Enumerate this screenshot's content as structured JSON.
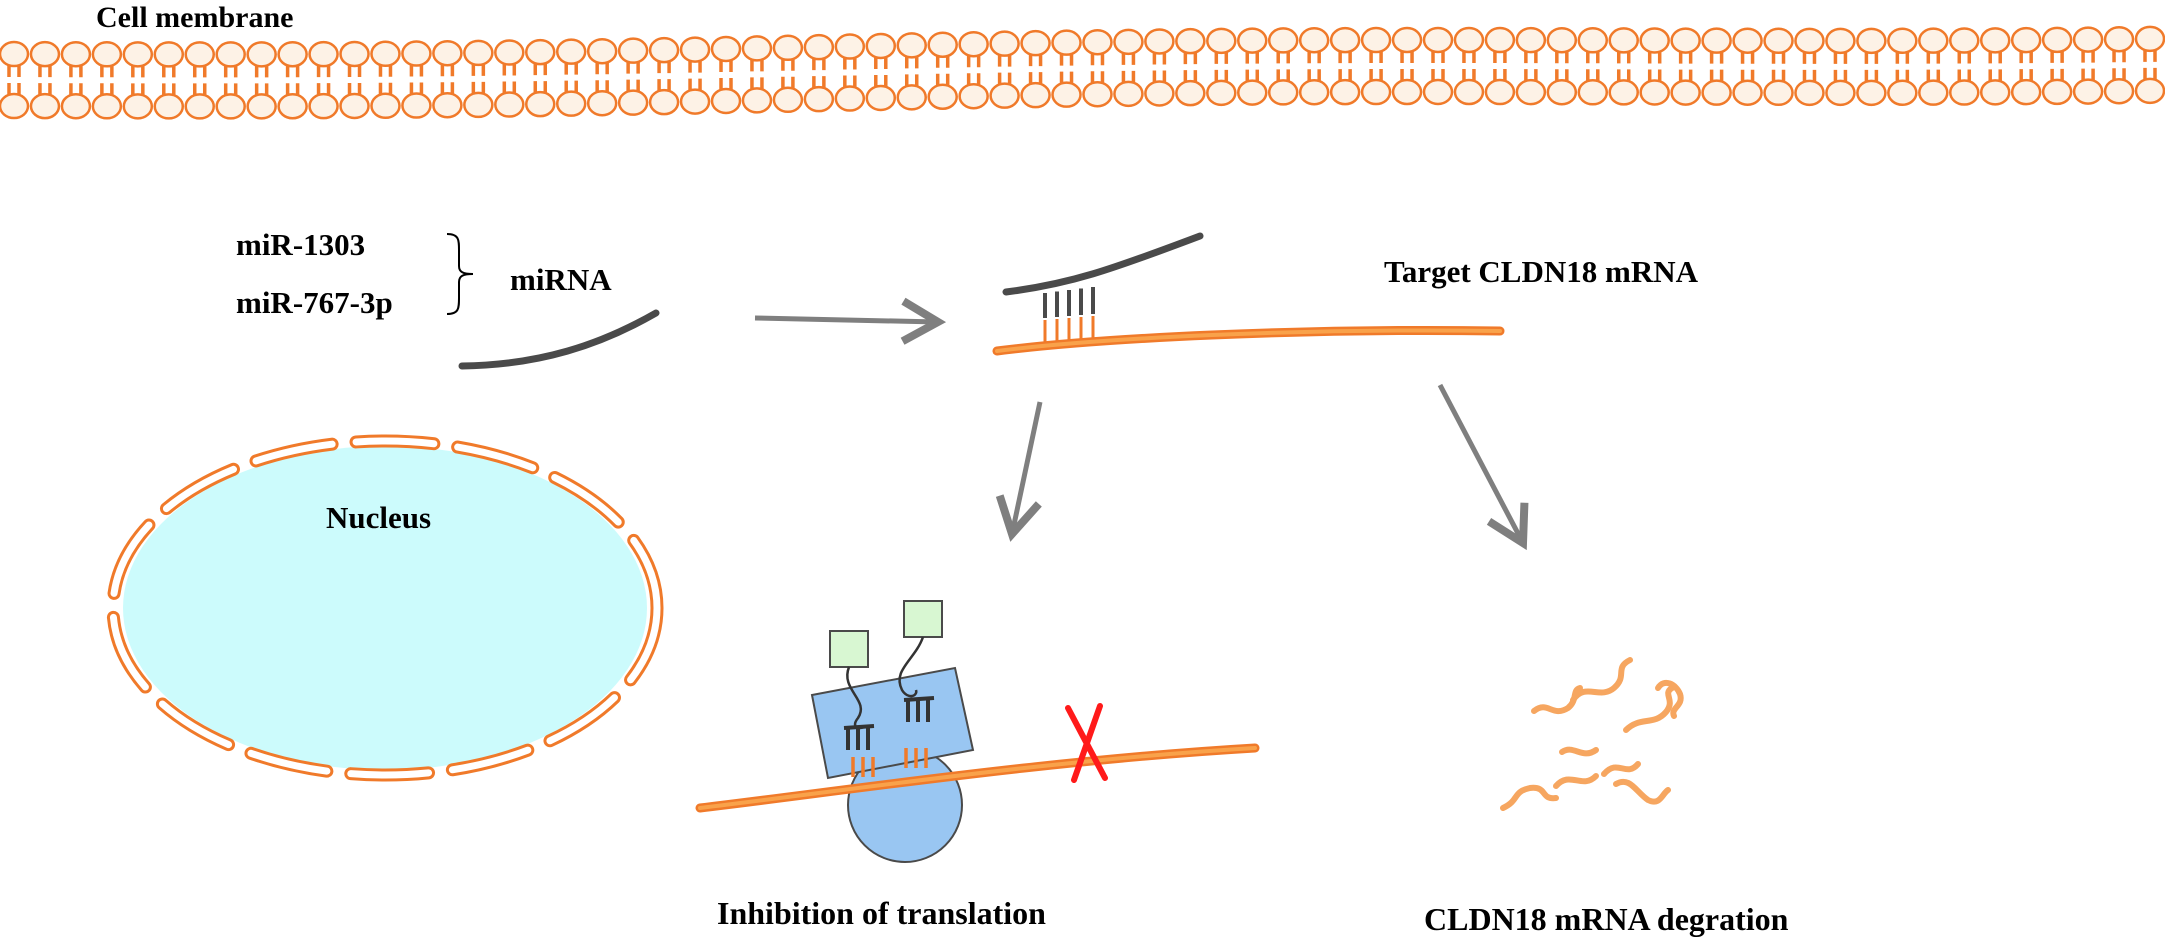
{
  "labels": {
    "cell_membrane": "Cell membrane",
    "mir_1303": "miR-1303",
    "mir_767": "miR-767-3p",
    "mirna": "miRNA",
    "target": "Target CLDN18 mRNA",
    "nucleus": "Nucleus",
    "inhibition": "Inhibition of translation",
    "degradation": "CLDN18 mRNA degration"
  },
  "colors": {
    "membrane": "#f07a2a",
    "membrane_head_fill": "#fdf2e6",
    "mrna": "#f9a24a",
    "mirna": "#4a4a4a",
    "arrow": "#7f7f7f",
    "nucleus_fill": "#ccfbfc",
    "ribosome": "#99c6f2",
    "trna_box": "#d8f7d2",
    "block_mark": "#ff1a1a",
    "fragments": "#f6a660"
  },
  "icons": [
    "lipid-bilayer",
    "nucleus-envelope",
    "ribosome",
    "trna",
    "block-x-icon",
    "mrna-fragments"
  ]
}
